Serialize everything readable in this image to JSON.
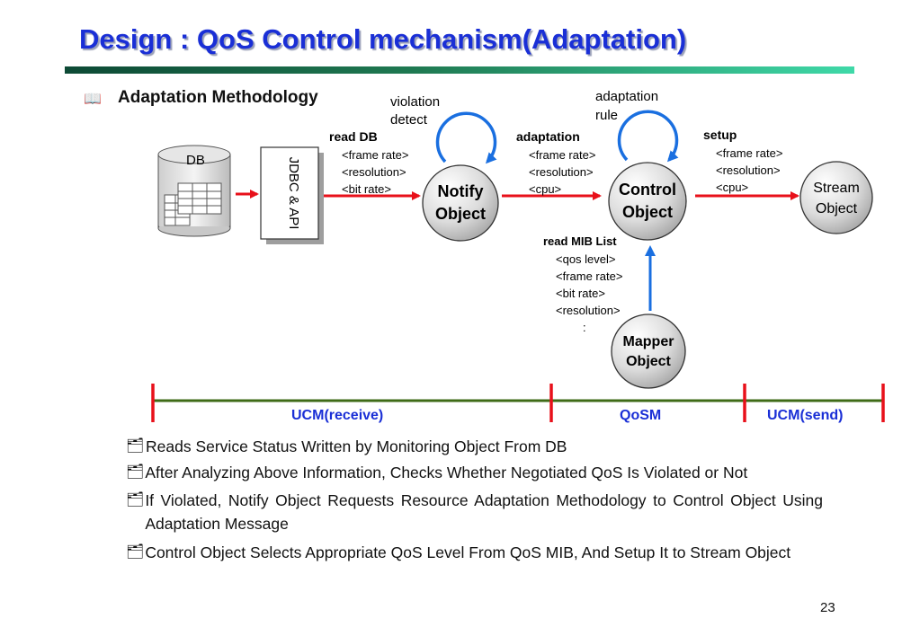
{
  "title": "Design : QoS Control mechanism(Adaptation)",
  "subtitle": "Adaptation Methodology",
  "icons": {
    "subtitle_bullet": "book-icon",
    "list_bullet": "open-folder-icon"
  },
  "colors": {
    "title": "#1a2fd6",
    "arrow_red": "#e8101a",
    "arrow_blue": "#1a6fe0",
    "timeline_green": "#3f6b17",
    "timeline_tick": "#e8101a"
  },
  "diagram": {
    "db_label": "DB",
    "jdbc_label": "JDBC & API",
    "notify_object": [
      "Notify",
      "Object"
    ],
    "control_object": [
      "Control",
      "Object"
    ],
    "stream_object": [
      "Stream",
      "Object"
    ],
    "mapper_object": [
      "Mapper",
      "Object"
    ],
    "violation_detect": [
      "violation",
      "detect"
    ],
    "adaptation_rule": [
      "adaptation",
      "rule"
    ],
    "read_db": {
      "label": "read DB",
      "items": [
        "<frame rate>",
        "<resolution>",
        "<bit rate>"
      ]
    },
    "adaptation": {
      "label": "adaptation",
      "items": [
        "<frame rate>",
        "<resolution>",
        "<cpu>"
      ]
    },
    "setup": {
      "label": "setup",
      "items": [
        "<frame rate>",
        "<resolution>",
        "<cpu>"
      ]
    },
    "read_mib": {
      "label": "read MIB List",
      "items": [
        "<qos level>",
        "<frame rate>",
        "<bit rate>",
        "<resolution>",
        ":"
      ]
    }
  },
  "timeline": {
    "segments": [
      "UCM(receive)",
      "QoSM",
      "UCM(send)"
    ]
  },
  "bullets": [
    "Reads  Service Status Written by Monitoring Object From DB",
    "After Analyzing Above Information, Checks Whether Negotiated QoS Is Violated or Not",
    "If Violated, Notify Object Requests Resource Adaptation Methodology to Control Object Using Adaptation Message",
    "Control Object Selects Appropriate QoS Level From QoS MIB, And Setup It  to Stream Object"
  ],
  "page_number": "23"
}
